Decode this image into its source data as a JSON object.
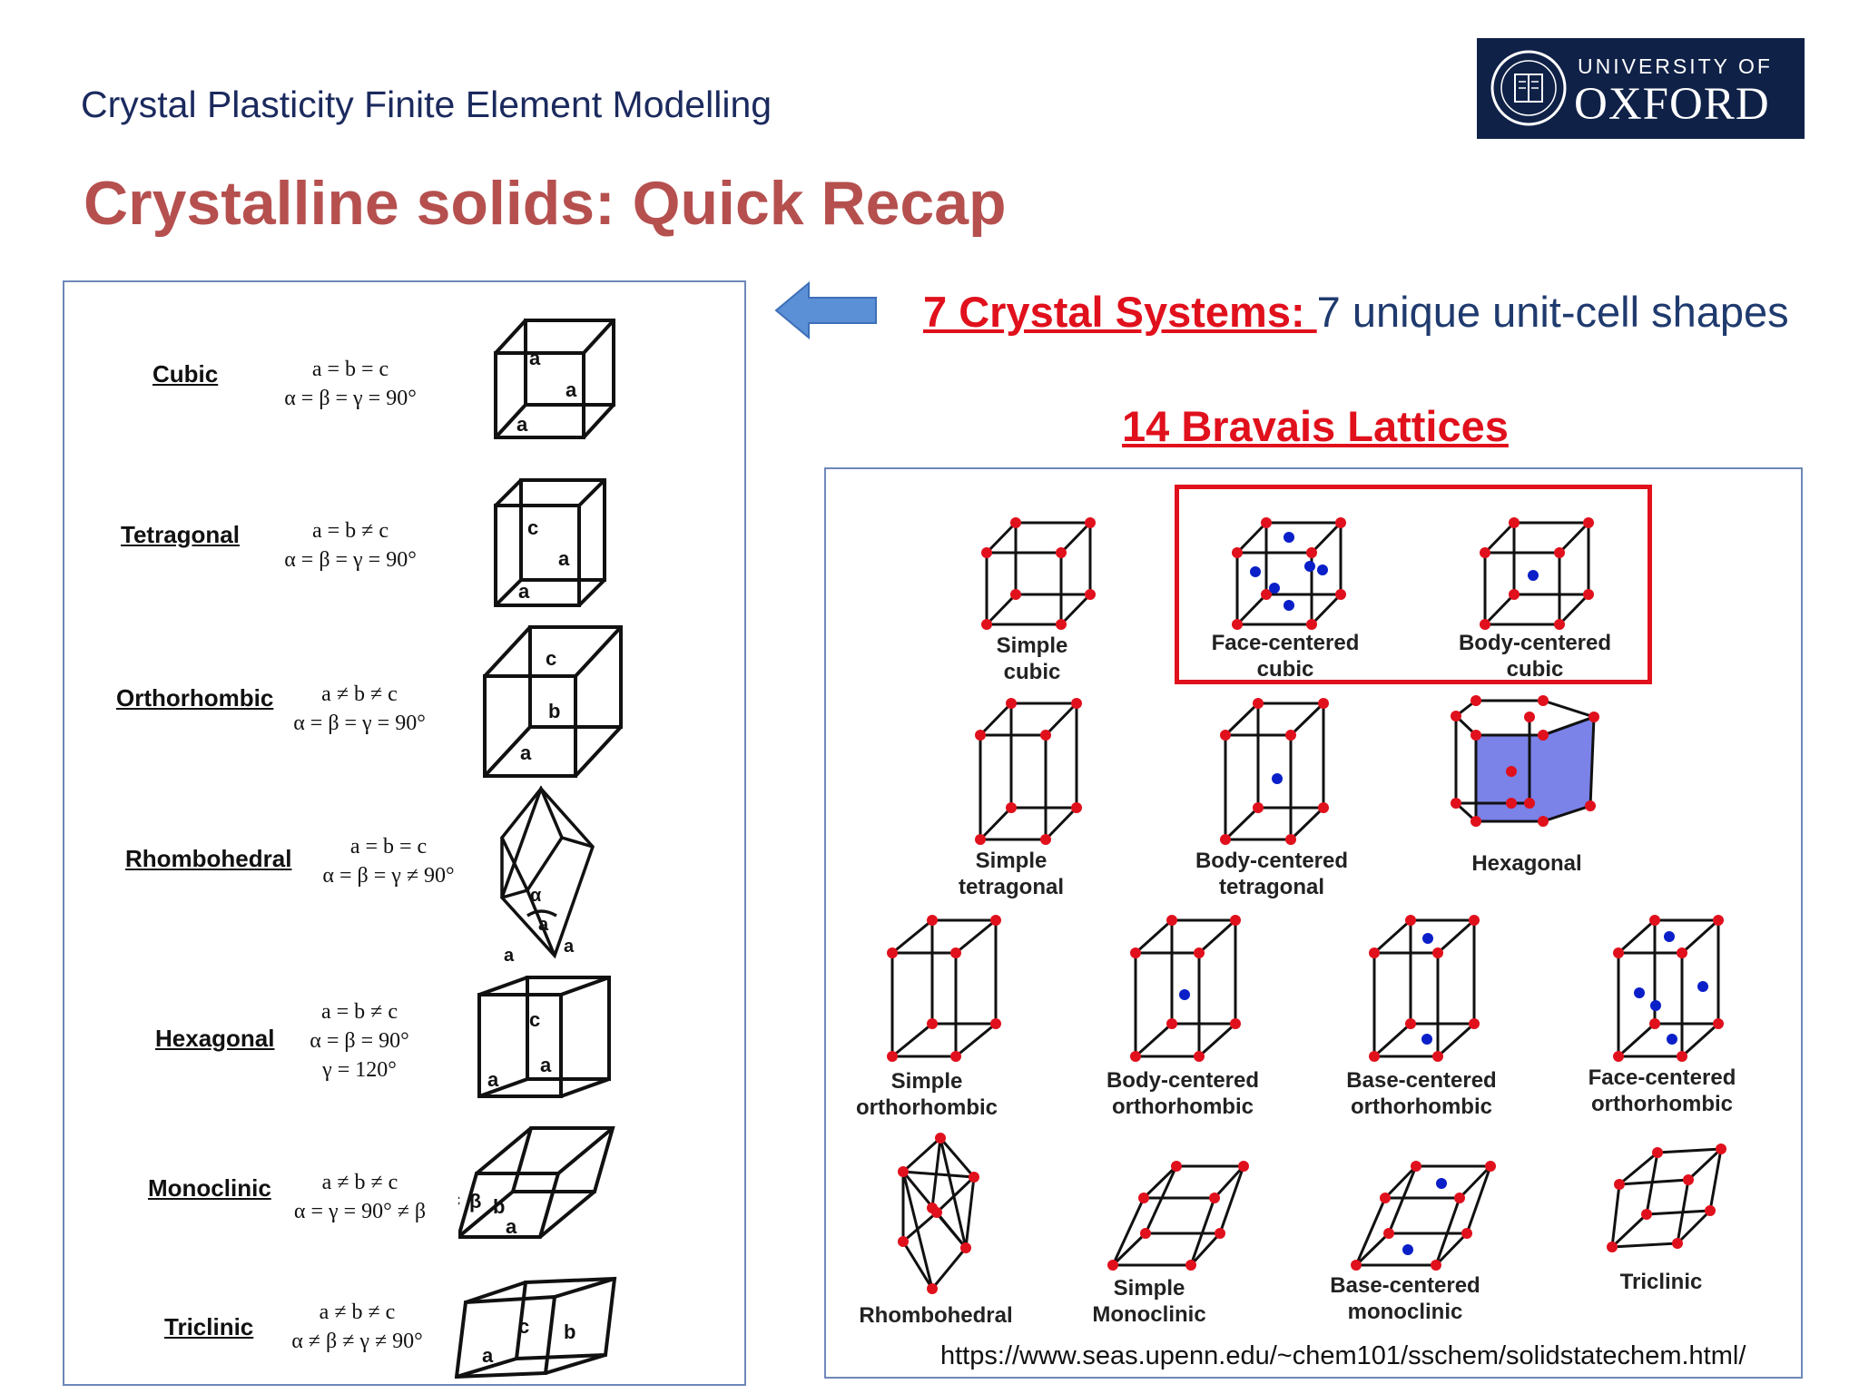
{
  "header": {
    "title": "Crystal Plasticity Finite Element Modelling"
  },
  "slide": {
    "title": "Crystalline solids: Quick Recap"
  },
  "logo": {
    "line1": "UNIVERSITY OF",
    "line2": "OXFORD"
  },
  "crystal_systems": {
    "heading_red": "7 Crystal Systems: ",
    "heading_rest": "7 unique unit-cell shapes",
    "items": [
      {
        "name": "Cubic",
        "eq1": "a = b = c",
        "eq2": "α = β = γ = 90°",
        "eq3": ""
      },
      {
        "name": "Tetragonal",
        "eq1": "a = b ≠ c",
        "eq2": "α = β = γ = 90°",
        "eq3": ""
      },
      {
        "name": "Orthorhombic",
        "eq1": "a ≠ b ≠ c",
        "eq2": "α = β = γ = 90°",
        "eq3": ""
      },
      {
        "name": "Rhombohedral",
        "eq1": "a = b = c",
        "eq2": "α = β = γ ≠ 90°",
        "eq3": ""
      },
      {
        "name": "Hexagonal",
        "eq1": "a = b ≠ c",
        "eq2": "α = β = 90°",
        "eq3": "γ = 120°"
      },
      {
        "name": "Monoclinic",
        "eq1": "a ≠ b ≠ c",
        "eq2": "α = γ = 90° ≠ β",
        "eq3": ""
      },
      {
        "name": "Triclinic",
        "eq1": "a ≠ b ≠ c",
        "eq2": "α ≠ β ≠ γ ≠ 90°",
        "eq3": ""
      }
    ],
    "cell_labels": {
      "cubic": [
        "a",
        "a",
        "a"
      ],
      "tetragonal": [
        "c",
        "a",
        "a"
      ],
      "orthorhombic": [
        "c",
        "b",
        "a"
      ],
      "rhombohedral": [
        "α",
        "a",
        "a",
        "a"
      ],
      "hexagonal": [
        "c",
        "a",
        "a"
      ],
      "monoclinic": [
        "c",
        "β",
        "b",
        "a"
      ],
      "triclinic": [
        "c",
        "b",
        "a"
      ]
    }
  },
  "bravais": {
    "heading": "14 Bravais Lattices",
    "lattices": [
      {
        "line1": "Simple",
        "line2": "cubic"
      },
      {
        "line1": "Face-centered",
        "line2": "cubic"
      },
      {
        "line1": "Body-centered",
        "line2": "cubic"
      },
      {
        "line1": "Simple",
        "line2": "tetragonal"
      },
      {
        "line1": "Body-centered",
        "line2": "tetragonal"
      },
      {
        "line1": "Hexagonal",
        "line2": ""
      },
      {
        "line1": "Simple",
        "line2": "orthorhombic"
      },
      {
        "line1": "Body-centered",
        "line2": "orthorhombic"
      },
      {
        "line1": "Base-centered",
        "line2": "orthorhombic"
      },
      {
        "line1": "Face-centered",
        "line2": "orthorhombic"
      },
      {
        "line1": "Rhombohedral",
        "line2": ""
      },
      {
        "line1": "Simple",
        "line2": "Monoclinic"
      },
      {
        "line1": "Base-centered",
        "line2": "monoclinic"
      },
      {
        "line1": "Triclinic",
        "line2": ""
      }
    ]
  },
  "source": {
    "url": "https://www.seas.upenn.edu/~chem101/sschem/solidstatechem.html/"
  },
  "colors": {
    "title_red": "#b5504f",
    "heading_red": "#e0101c",
    "navy": "#1b2a5e",
    "atom_red": "#e0101c",
    "atom_blue": "#0a1fc8",
    "hex_fill": "#7b82e8",
    "arrow_blue": "#5b8fd6"
  }
}
